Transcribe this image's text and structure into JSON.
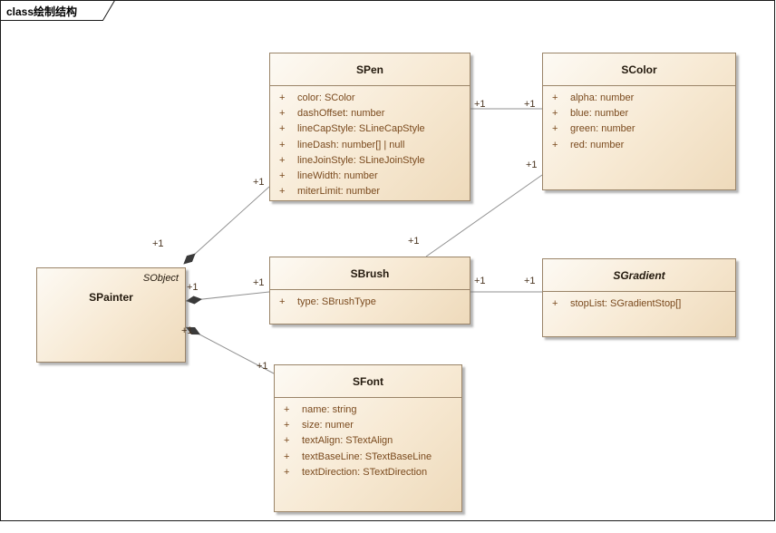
{
  "frame": {
    "label": "class绘制结构"
  },
  "classes": {
    "spainter": {
      "stereotype": "SObject",
      "name": "SPainter"
    },
    "spen": {
      "name": "SPen",
      "attributes": [
        {
          "vis": "+",
          "text": "color: SColor"
        },
        {
          "vis": "+",
          "text": "dashOffset: number"
        },
        {
          "vis": "+",
          "text": "lineCapStyle: SLineCapStyle"
        },
        {
          "vis": "+",
          "text": "lineDash: number[] | null"
        },
        {
          "vis": "+",
          "text": "lineJoinStyle: SLineJoinStyle"
        },
        {
          "vis": "+",
          "text": "lineWidth: number"
        },
        {
          "vis": "+",
          "text": "miterLimit: number"
        }
      ]
    },
    "scolor": {
      "name": "SColor",
      "attributes": [
        {
          "vis": "+",
          "text": "alpha: number"
        },
        {
          "vis": "+",
          "text": "blue: number"
        },
        {
          "vis": "+",
          "text": "green: number"
        },
        {
          "vis": "+",
          "text": "red: number"
        }
      ]
    },
    "sbrush": {
      "name": "SBrush",
      "attributes": [
        {
          "vis": "+",
          "text": "type: SBrushType"
        }
      ]
    },
    "sgradient": {
      "name": "SGradient",
      "abstract": true,
      "attributes": [
        {
          "vis": "+",
          "text": "stopList: SGradientStop[]"
        }
      ]
    },
    "sfont": {
      "name": "SFont",
      "attributes": [
        {
          "vis": "+",
          "text": "name: string"
        },
        {
          "vis": "+",
          "text": "size: numer"
        },
        {
          "vis": "+",
          "text": "textAlign: STextAlign"
        },
        {
          "vis": "+",
          "text": "textBaseLine: STextBaseLine"
        },
        {
          "vis": "+",
          "text": "textDirection: STextDirection"
        }
      ]
    }
  },
  "relations": [
    {
      "from": "SPainter",
      "to": "SPen",
      "type": "composition",
      "source_label": "+1",
      "target_label": "+1"
    },
    {
      "from": "SPainter",
      "to": "SBrush",
      "type": "composition",
      "source_label": "+1",
      "target_label": "+1"
    },
    {
      "from": "SPainter",
      "to": "SFont",
      "type": "composition",
      "source_label": "+1",
      "target_label": "+1"
    },
    {
      "from": "SPen",
      "to": "SColor",
      "type": "association",
      "source_label": "+1",
      "target_label": "+1"
    },
    {
      "from": "SBrush",
      "to": "SColor",
      "type": "association",
      "source_label": "+1",
      "target_label": "+1"
    },
    {
      "from": "SBrush",
      "to": "SGradient",
      "type": "association",
      "source_label": "+1",
      "target_label": "+1"
    }
  ],
  "colors": {
    "class_fill_top": "#fdfaf4",
    "class_fill_bottom": "#eedabb",
    "class_border": "#9a8468",
    "title_text": "#241a0e",
    "attr_text": "#7a4a1e",
    "connector_line": "#929292",
    "composition_diamond": "#3a3a3a",
    "frame_border": "#1a1a1a"
  }
}
